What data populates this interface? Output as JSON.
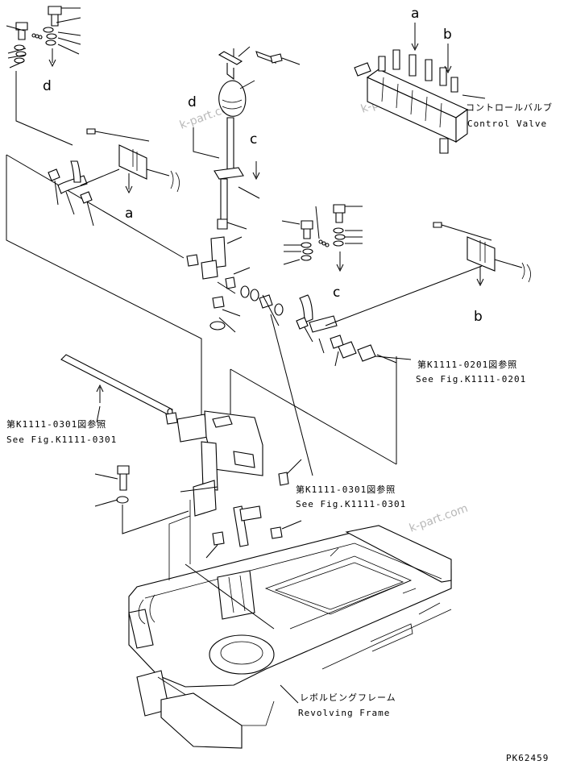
{
  "callouts": {
    "a_top": "a",
    "b_top": "b",
    "c_mid": "c",
    "c_right": "c",
    "d_left": "d",
    "d_mid": "d",
    "a_left": "a",
    "b_right": "b"
  },
  "control_valve": {
    "jp": "コントロールバルブ",
    "en": "Control Valve"
  },
  "ref_0201": {
    "jp": "第K1111-0201図参照",
    "en": "See Fig.K1111-0201"
  },
  "ref_0301_left": {
    "jp": "第K1111-0301図参照",
    "en": "See Fig.K1111-0301"
  },
  "ref_0301_mid": {
    "jp": "第K1111-0301図参照",
    "en": "See Fig.K1111-0301"
  },
  "revolving_frame": {
    "jp": "レボルビングフレーム",
    "en": "Revolving Frame"
  },
  "drawing_code": "PK62459",
  "watermark": "k-part.com"
}
